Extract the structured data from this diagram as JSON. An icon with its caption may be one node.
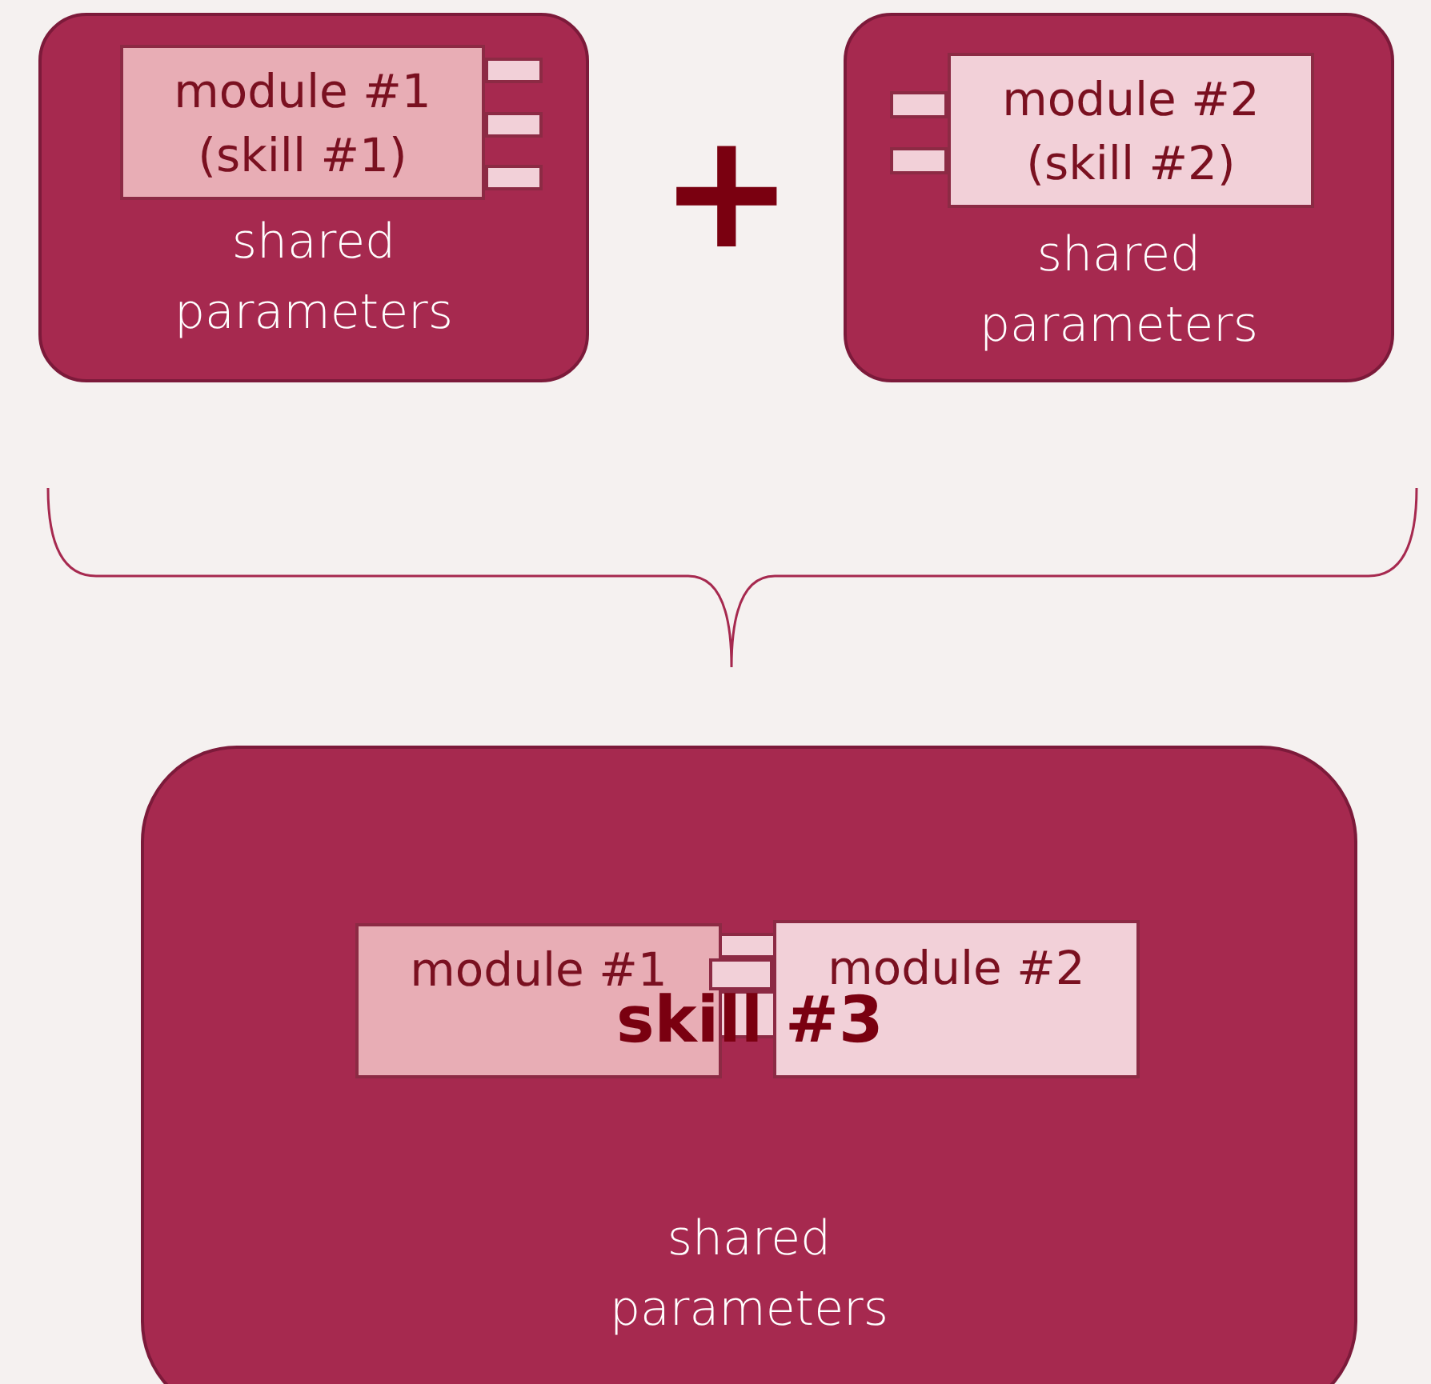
{
  "diagram": {
    "nodes": [
      {
        "text": [
          "shared parameters"
        ]
      },
      {
        "text": [
          "module #1 (skill #1)"
        ],
        "in": 0
      },
      {
        "text": [
          "shared parameters"
        ]
      },
      {
        "text": [
          "module #2 (skill #2)"
        ],
        "in": 2
      },
      {
        "text": [
          "shared parameters"
        ]
      },
      {
        "text": [
          "module #1"
        ],
        "in": 4
      },
      {
        "text": [
          "module #2"
        ],
        "in": 4
      }
    ],
    "edges": [],
    "labels": [
      "+",
      "skill #3"
    ]
  }
}
